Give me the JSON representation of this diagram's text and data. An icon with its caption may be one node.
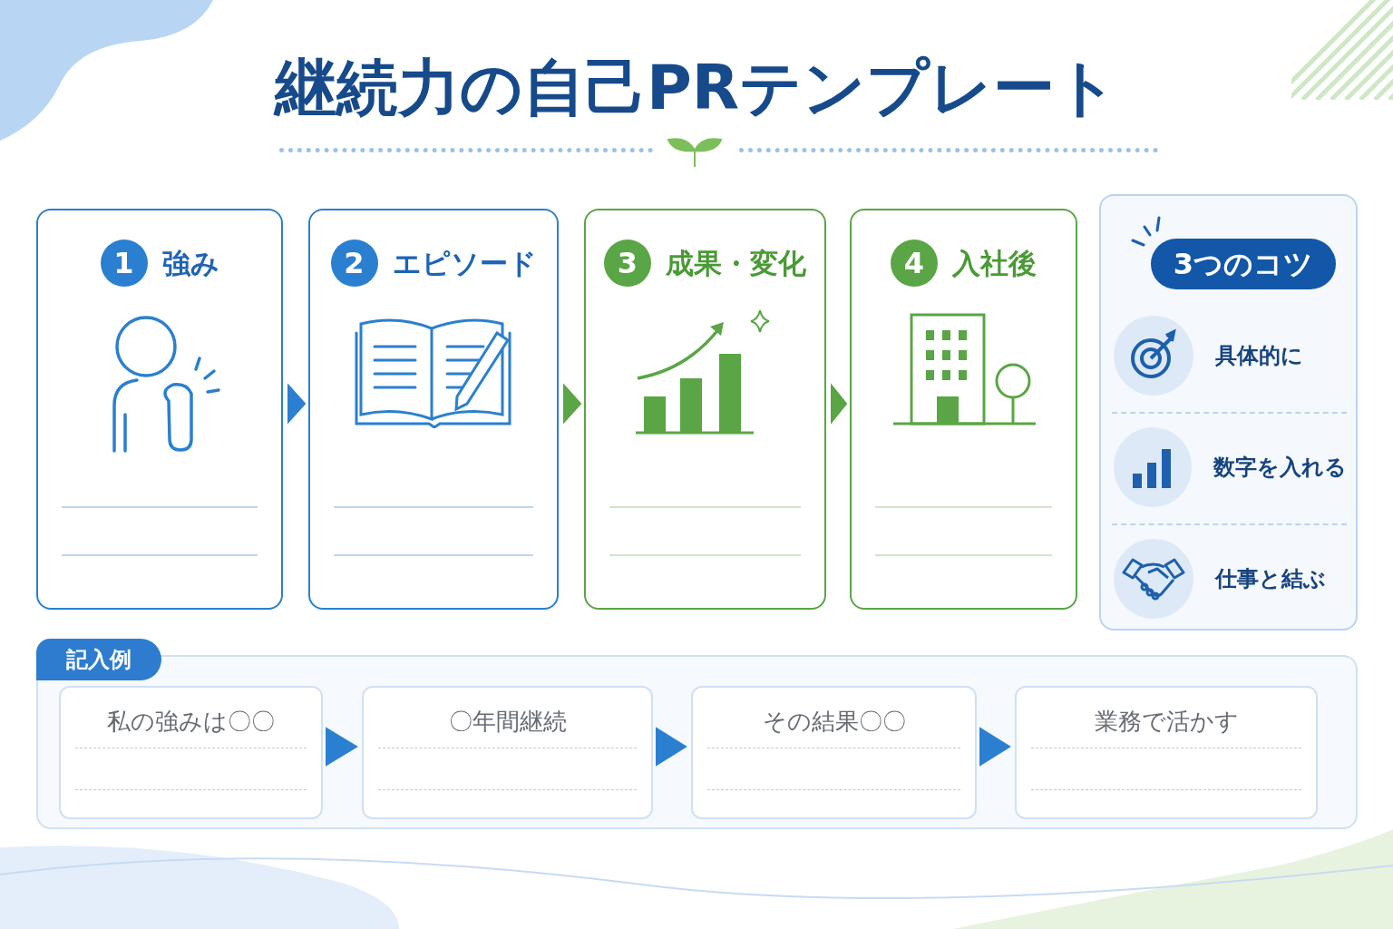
{
  "diagram": {
    "title": "継続力の自己PRテンプレート",
    "nodes": [
      {
        "text": [
          "1",
          "強み"
        ]
      },
      {
        "text": [
          "2",
          "エピソード"
        ]
      },
      {
        "text": [
          "3",
          "成果・変化"
        ]
      },
      {
        "text": [
          "4",
          "入社後"
        ]
      },
      {
        "text": [
          "3つのコツ"
        ]
      },
      {
        "text": [
          "記入例"
        ]
      },
      {
        "text": [
          "私の強みは〇〇"
        ],
        "in": 5
      },
      {
        "text": [
          "〇年間継続"
        ],
        "in": 5
      },
      {
        "text": [
          "その結果〇〇"
        ],
        "in": 5
      },
      {
        "text": [
          "業務で活かす"
        ],
        "in": 5
      }
    ],
    "edges": [
      {
        "from": 0,
        "to": 1,
        "arrow": "to"
      },
      {
        "from": 1,
        "to": 2,
        "arrow": "to",
        "color": "#5aa545"
      },
      {
        "from": 2,
        "to": 3,
        "arrow": "to",
        "color": "#5aa545"
      },
      {
        "from": 6,
        "to": 7,
        "arrow": "to"
      },
      {
        "from": 7,
        "to": 8,
        "arrow": "to"
      },
      {
        "from": 8,
        "to": 9,
        "arrow": "to"
      }
    ],
    "labels": [
      "具体的に",
      "数字を入れる",
      "仕事と結ぶ"
    ]
  }
}
